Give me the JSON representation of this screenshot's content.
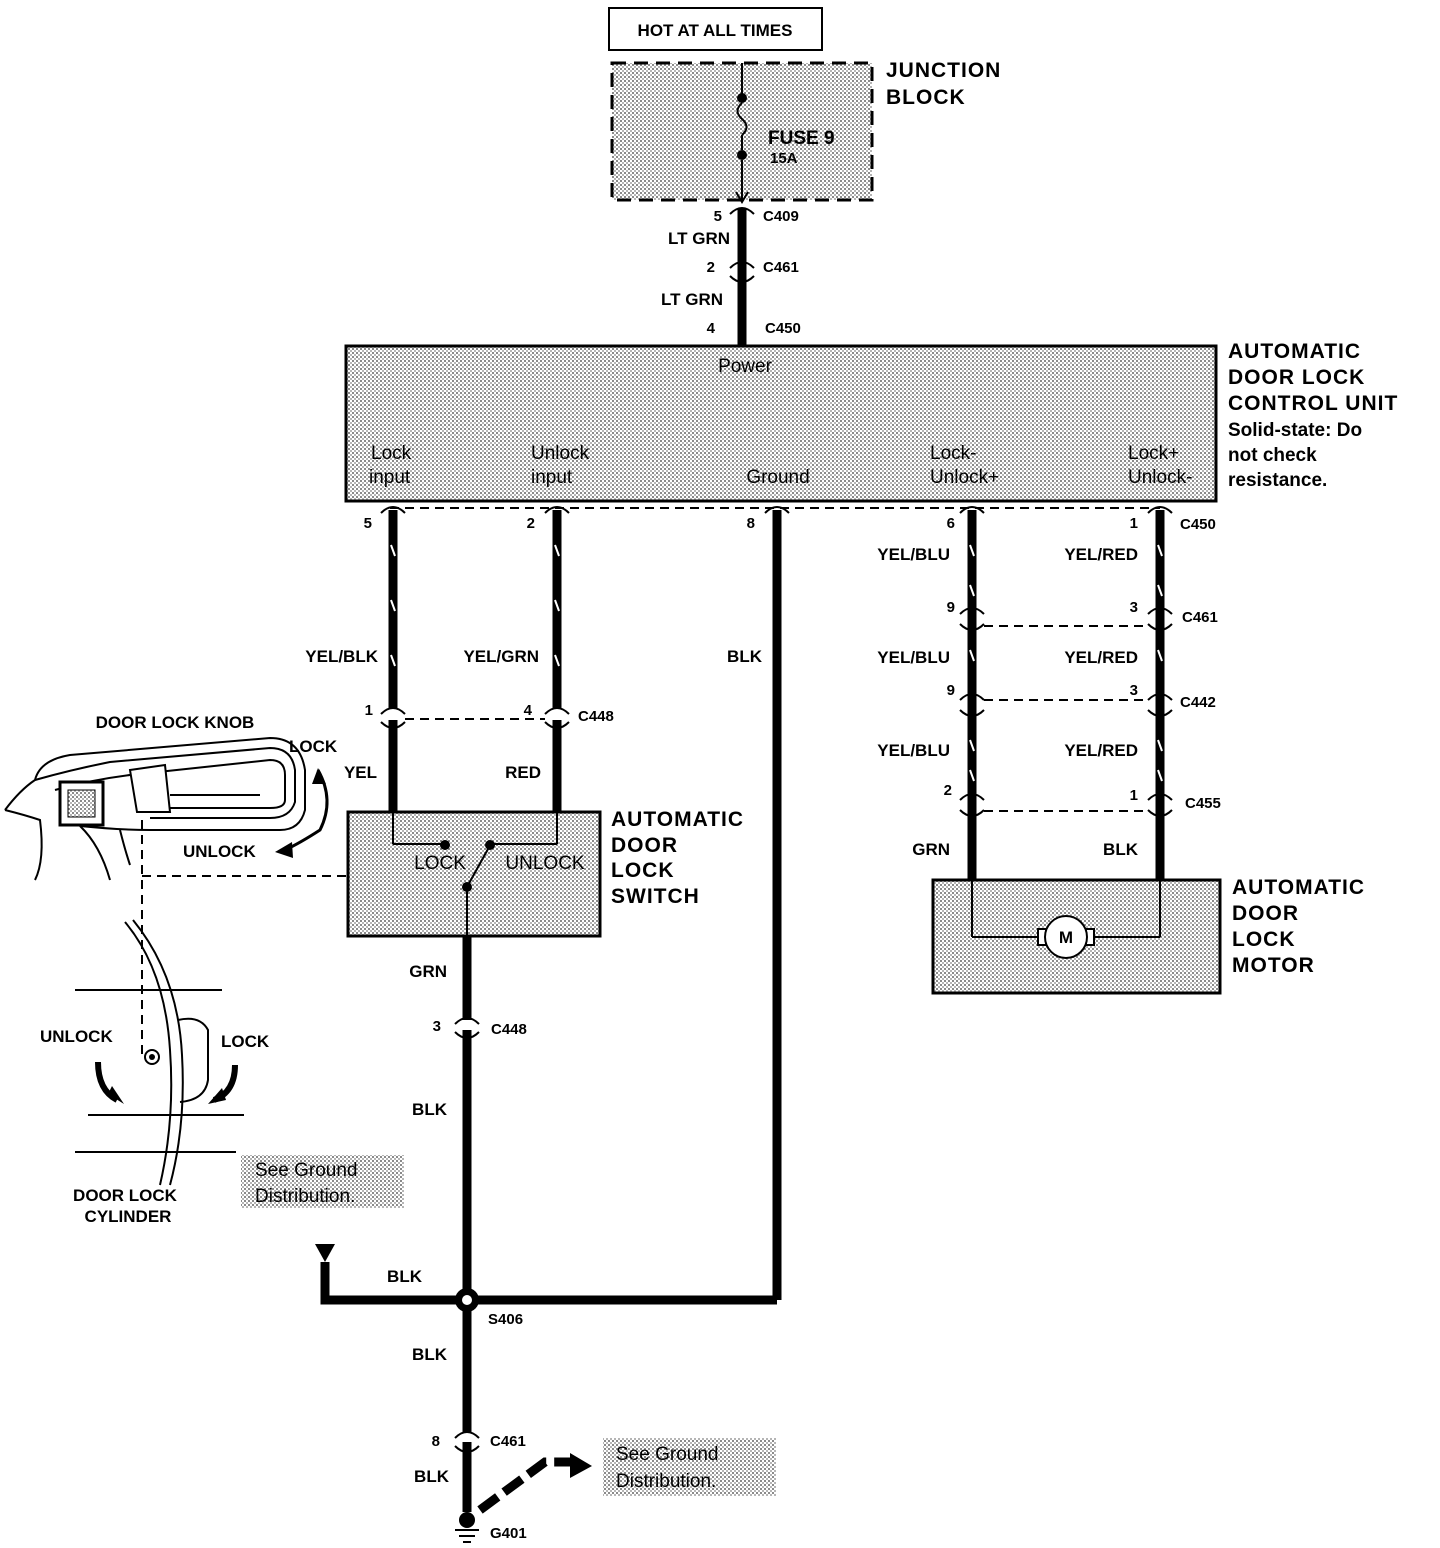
{
  "header": {
    "hot_label": "HOT AT ALL TIMES"
  },
  "junction_block": {
    "title_line1": "JUNCTION",
    "title_line2": "BLOCK",
    "fuse": "FUSE 9",
    "rating": "15A"
  },
  "power_feed": [
    {
      "pin": "5",
      "connector": "C409"
    },
    {
      "wire": "LT GRN"
    },
    {
      "pin": "2",
      "connector": "C461"
    },
    {
      "wire": "LT GRN"
    },
    {
      "pin": "4",
      "connector": "C450"
    }
  ],
  "control_unit": {
    "title": [
      "AUTOMATIC",
      "DOOR LOCK",
      "CONTROL UNIT"
    ],
    "note": [
      "Solid-state: Do",
      "not check",
      "resistance."
    ],
    "power_label": "Power",
    "terminals": [
      {
        "line1": "Lock",
        "line2": "input"
      },
      {
        "line1": "Unlock",
        "line2": "input"
      },
      {
        "line1": "",
        "line2": "Ground"
      },
      {
        "line1": "Lock-",
        "line2": "Unlock+"
      },
      {
        "line1": "Lock+",
        "line2": "Unlock-"
      }
    ]
  },
  "unit_pins": {
    "p5": "5",
    "p2": "2",
    "p8": "8",
    "p6": "6",
    "p1": "1",
    "connector": "C450"
  },
  "wires": {
    "yel_blk": "YEL/BLK",
    "yel_grn": "YEL/GRN",
    "blk": "BLK",
    "yel_blu": "YEL/BLU",
    "yel_red": "YEL/RED",
    "yel": "YEL",
    "red": "RED",
    "grn": "GRN"
  },
  "c461_right": {
    "left_pin": "9",
    "right_pin": "3",
    "connector": "C461"
  },
  "c442": {
    "left_pin": "9",
    "right_pin": "3",
    "connector": "C442"
  },
  "c455": {
    "left_pin": "2",
    "right_pin": "1",
    "connector": "C455"
  },
  "c448_top": {
    "left_pin": "1",
    "right_pin": "4",
    "connector": "C448"
  },
  "switch": {
    "title": [
      "AUTOMATIC",
      "DOOR",
      "LOCK",
      "SWITCH"
    ],
    "lock": "LOCK",
    "unlock": "UNLOCK"
  },
  "motor": {
    "title": [
      "AUTOMATIC",
      "DOOR",
      "LOCK",
      "MOTOR"
    ],
    "symbol": "M"
  },
  "knob": {
    "title": "DOOR LOCK KNOB",
    "lock": "LOCK",
    "unlock": "UNLOCK"
  },
  "cylinder": {
    "title_line1": "DOOR LOCK",
    "title_line2": "CYLINDER",
    "unlock": "UNLOCK",
    "lock": "LOCK"
  },
  "c448_bottom": {
    "pin": "3",
    "connector": "C448"
  },
  "ground": {
    "see_ground_line1": "See Ground",
    "see_ground_line2": "Distribution.",
    "splice": "S406",
    "c461_pin": "8",
    "c461": "C461",
    "g401": "G401"
  }
}
